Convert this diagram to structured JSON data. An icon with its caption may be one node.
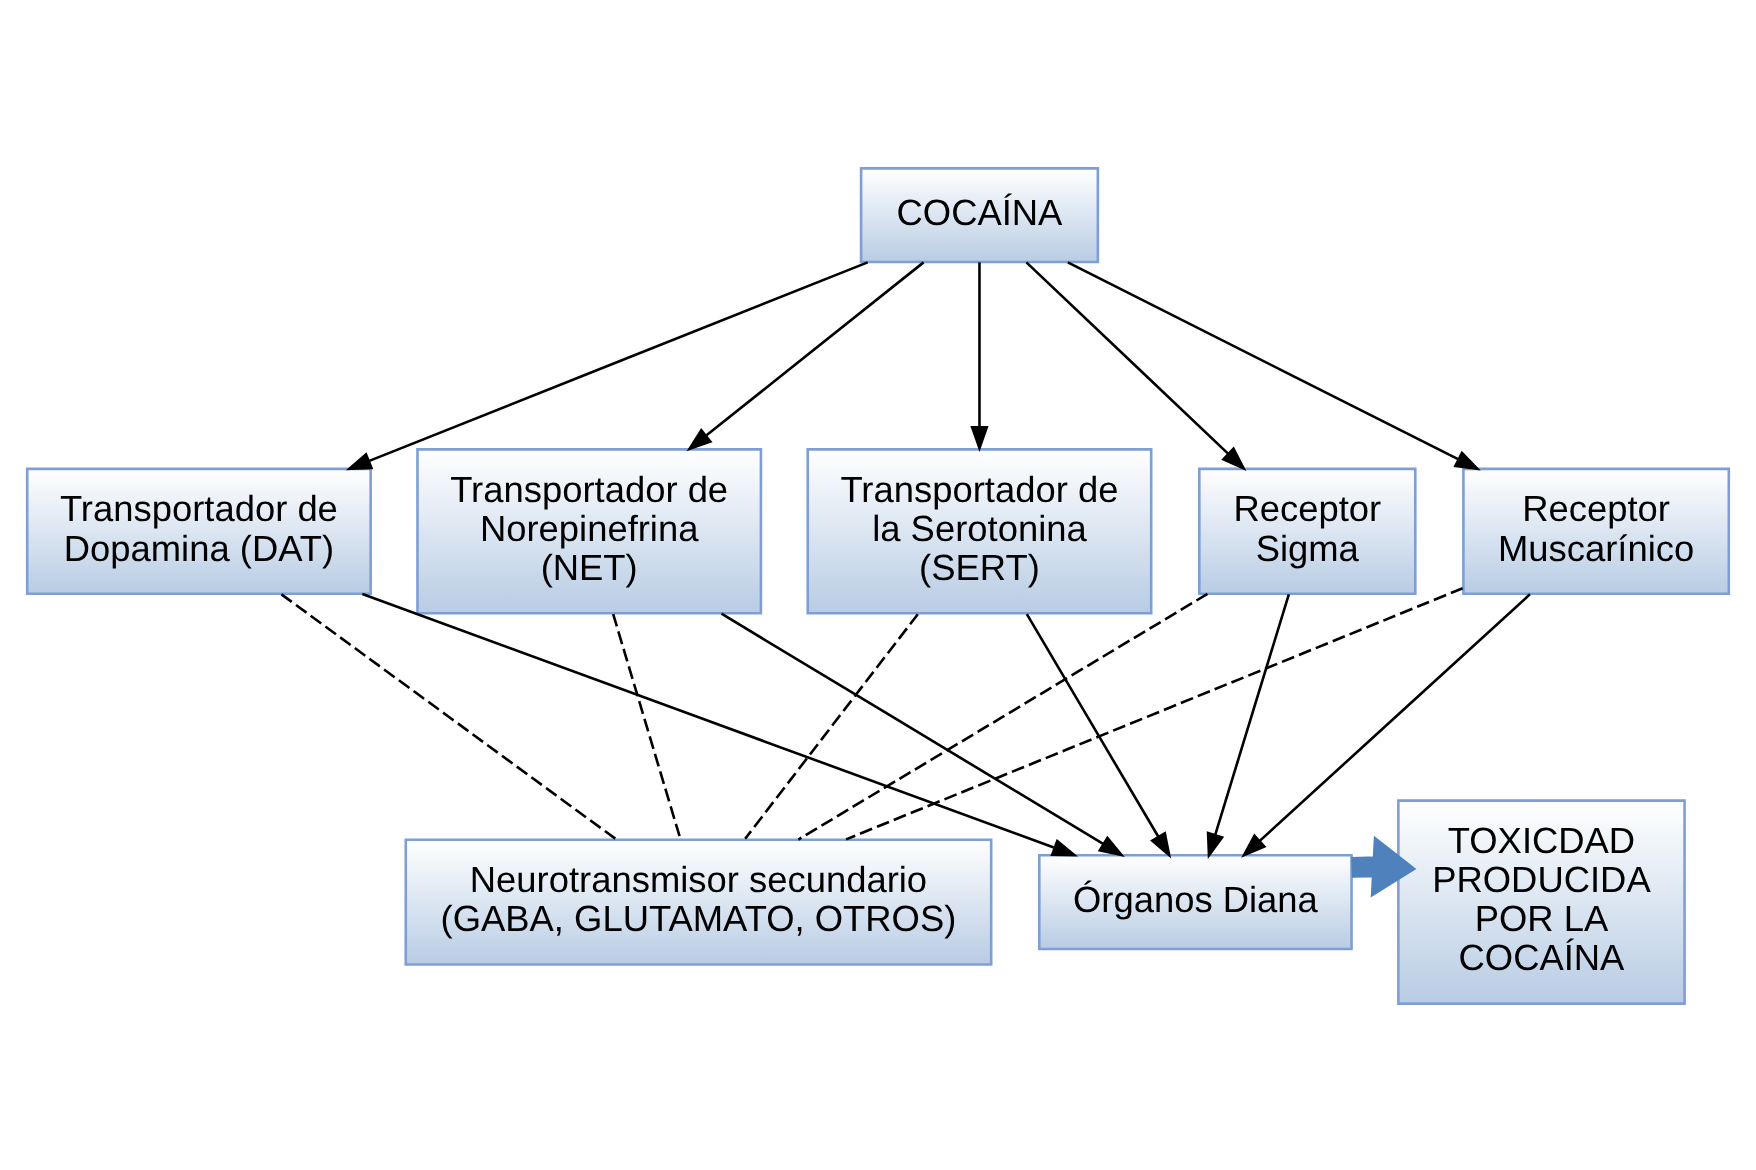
{
  "diagram": {
    "nodes": [
      {
        "text": [
          "COCAÍNA"
        ]
      },
      {
        "text": [
          "Transportador de Dopamina (DAT)"
        ]
      },
      {
        "text": [
          "Transportador de Norepinefrina (NET)"
        ]
      },
      {
        "text": [
          "Transportador de la Serotonina (SERT)"
        ]
      },
      {
        "text": [
          "Receptor Sigma"
        ]
      },
      {
        "text": [
          "Receptor Muscarínico"
        ]
      },
      {
        "text": [
          "Neurotransmisor secundario (GABA, GLUTAMATO, OTROS)"
        ]
      },
      {
        "text": [
          "Órganos Diana"
        ]
      },
      {
        "text": [
          "TOXICDAD PRODUCIDA POR LA COCAÍNA"
        ]
      }
    ],
    "edges": [
      {
        "from": 0,
        "to": 1,
        "arrow": "to"
      },
      {
        "from": 0,
        "to": 2,
        "arrow": "to"
      },
      {
        "from": 0,
        "to": 3,
        "arrow": "to"
      },
      {
        "from": 0,
        "to": 4,
        "arrow": "to"
      },
      {
        "from": 0,
        "to": 5,
        "arrow": "to"
      },
      {
        "from": 1,
        "to": 6,
        "arrow": "none",
        "style": "dashed"
      },
      {
        "from": 1,
        "to": 7,
        "arrow": "to"
      },
      {
        "from": 2,
        "to": 6,
        "arrow": "none",
        "style": "dashed"
      },
      {
        "from": 2,
        "to": 7,
        "arrow": "to"
      },
      {
        "from": 3,
        "to": 6,
        "arrow": "none",
        "style": "dashed"
      },
      {
        "from": 3,
        "to": 7,
        "arrow": "to"
      },
      {
        "from": 4,
        "to": 6,
        "arrow": "none",
        "style": "dashed"
      },
      {
        "from": 4,
        "to": 7,
        "arrow": "to"
      },
      {
        "from": 5,
        "to": 6,
        "arrow": "none",
        "style": "dashed"
      },
      {
        "from": 5,
        "to": 7,
        "arrow": "to"
      },
      {
        "from": 7,
        "to": 8,
        "arrow": "to",
        "style": "thick",
        "color": "#4f81bd"
      }
    ]
  }
}
